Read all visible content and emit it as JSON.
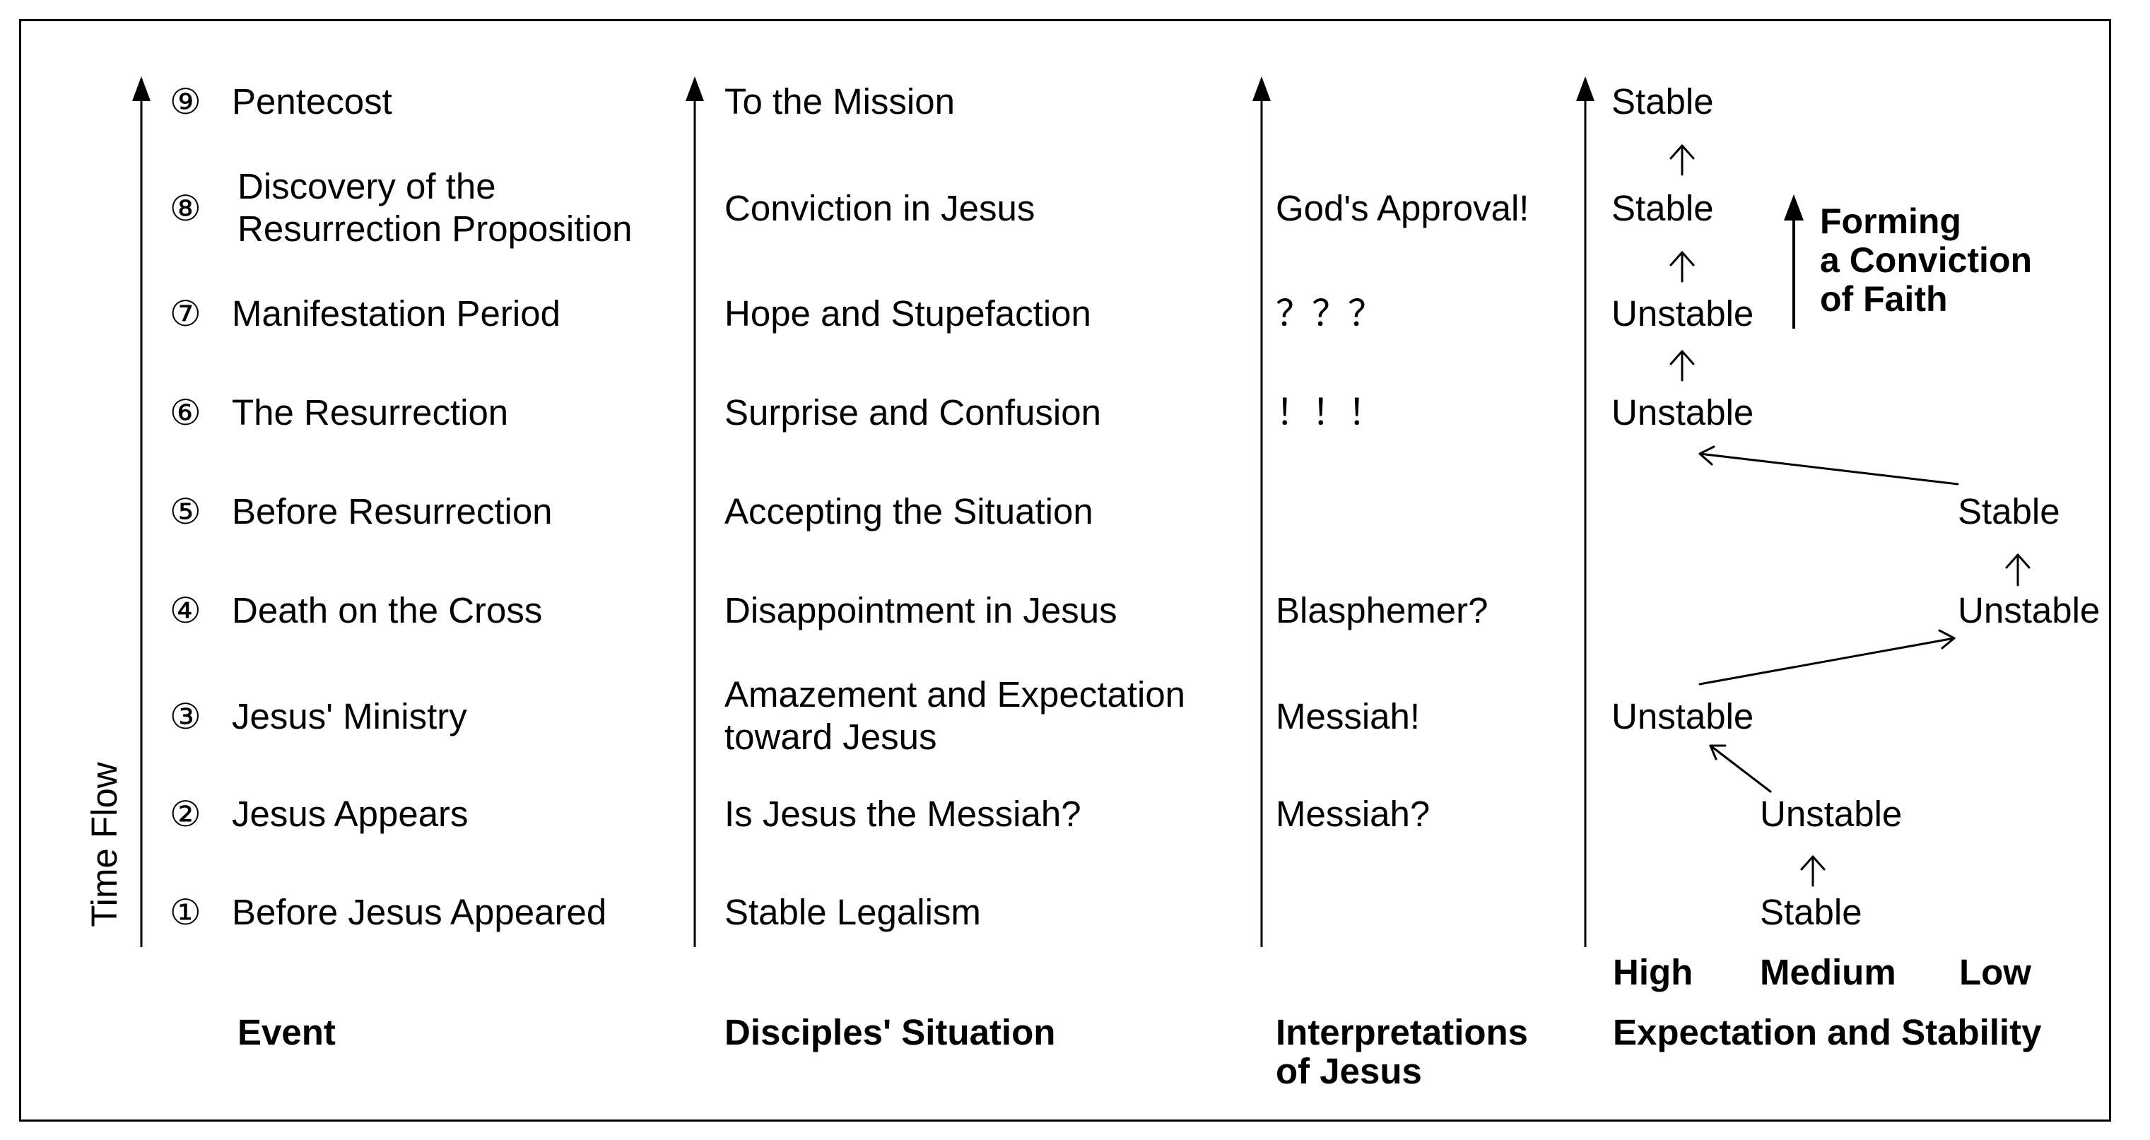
{
  "axis_label": "Time Flow",
  "events": [
    {
      "num": "⑨",
      "label_lines": [
        "Pentecost"
      ]
    },
    {
      "num": "⑧",
      "label_lines": [
        "Discovery of the",
        "Resurrection Proposition"
      ]
    },
    {
      "num": "⑦",
      "label_lines": [
        "Manifestation Period"
      ]
    },
    {
      "num": "⑥",
      "label_lines": [
        "The Resurrection"
      ]
    },
    {
      "num": "⑤",
      "label_lines": [
        "Before Resurrection"
      ]
    },
    {
      "num": "④",
      "label_lines": [
        "Death on the Cross"
      ]
    },
    {
      "num": "③",
      "label_lines": [
        "Jesus' Ministry"
      ]
    },
    {
      "num": "②",
      "label_lines": [
        "Jesus Appears"
      ]
    },
    {
      "num": "①",
      "label_lines": [
        "Before Jesus Appeared"
      ]
    }
  ],
  "situations": [
    [
      "To the Mission"
    ],
    [
      "Conviction in Jesus"
    ],
    [
      "Hope and Stupefaction"
    ],
    [
      "Surprise and Confusion"
    ],
    [
      "Accepting the Situation"
    ],
    [
      "Disappointment in Jesus"
    ],
    [
      "Amazement and Expectation",
      "toward Jesus"
    ],
    [
      "Is Jesus the Messiah?"
    ],
    [
      "Stable Legalism"
    ]
  ],
  "interpretations": [
    "",
    "God's Approval!",
    "？？？",
    "！！！",
    "",
    "Blasphemer?",
    "Messiah!",
    "Messiah?",
    ""
  ],
  "states": [
    {
      "level": "High",
      "text": "Stable"
    },
    {
      "level": "High",
      "text": "Stable"
    },
    {
      "level": "High",
      "text": "Unstable"
    },
    {
      "level": "High",
      "text": "Unstable"
    },
    {
      "level": "Low",
      "text": "Stable"
    },
    {
      "level": "Low",
      "text": "Unstable"
    },
    {
      "level": "High",
      "text": "Unstable"
    },
    {
      "level": "Medium",
      "text": "Unstable"
    },
    {
      "level": "Medium",
      "text": "Stable"
    }
  ],
  "levels": [
    "High",
    "Medium",
    "Low"
  ],
  "conviction_label_lines": [
    "Forming",
    "a Conviction",
    "of Faith"
  ],
  "headers": {
    "event": "Event",
    "situation": "Disciples' Situation",
    "interpretation_lines": [
      "Interpretations",
      "of Jesus"
    ],
    "expectation": "Expectation and Stability"
  }
}
